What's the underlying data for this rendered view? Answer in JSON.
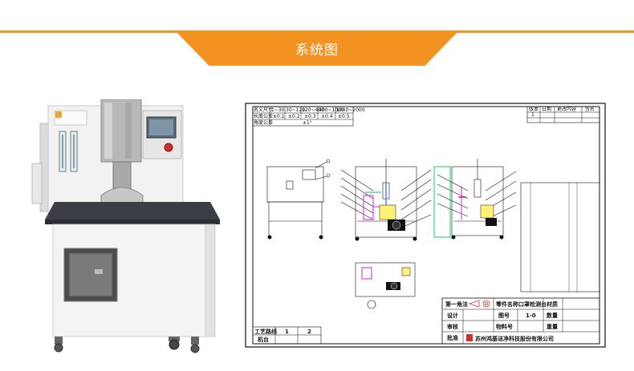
{
  "header": {
    "title": "系统图"
  },
  "drawing": {
    "tolerance_table": {
      "rows": [
        [
          "名义尺寸",
          "1~30",
          "30~120",
          "120~400",
          "400~1000",
          "1000~2000"
        ],
        [
          "长度公差",
          "±0.1",
          "±0.2",
          "±0.3",
          "±0.4",
          "±0.5"
        ],
        [
          "角度公差",
          "",
          "±1°",
          "",
          "",
          ""
        ]
      ]
    },
    "revision_table": {
      "headers": [
        "版本",
        "日期",
        "更改内容",
        "签名"
      ],
      "row": [
        "1",
        "",
        "",
        ""
      ]
    },
    "process_table": {
      "label1": "工艺路线",
      "label2": "机台",
      "v1": "1",
      "v2": "2"
    },
    "title_block": {
      "projection": "第一角法",
      "part_name_label": "零件名称",
      "part_name": "口罩检测台",
      "material_label": "材质",
      "design_label": "设计",
      "drawing_no_label": "图号",
      "drawing_no": "1-0",
      "quantity_label": "数量",
      "review_label": "审核",
      "item_no_label": "物料号",
      "weight_label": "重量",
      "approve_label": "批准",
      "company": "苏州鸿基洁净科技股份有限公司"
    }
  }
}
